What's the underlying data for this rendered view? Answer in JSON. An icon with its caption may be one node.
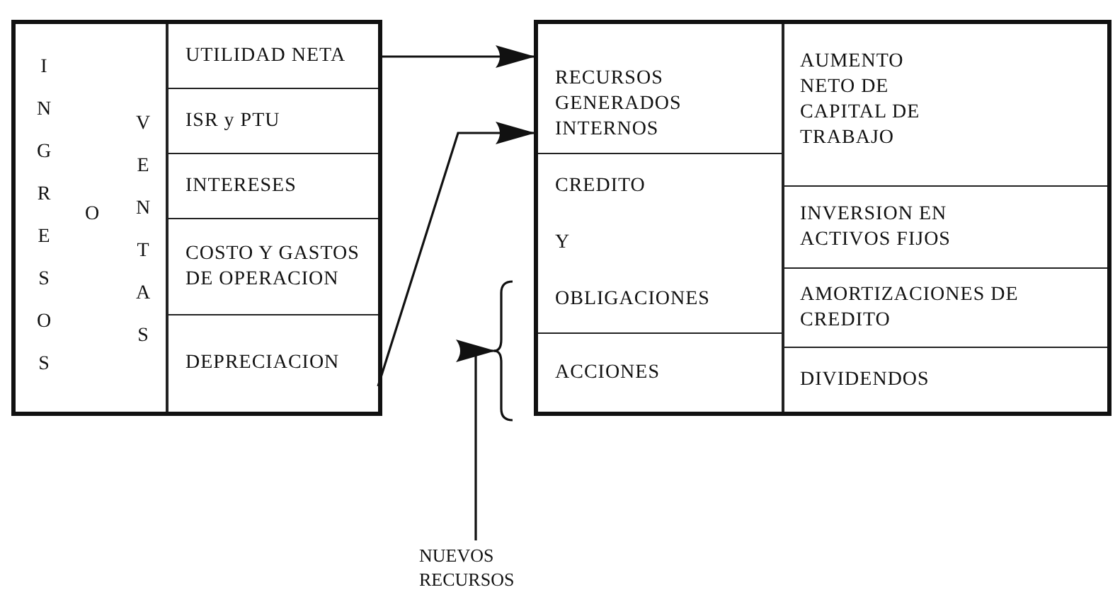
{
  "diagram": {
    "nodes": [
      {
        "text": [
          "INGRESOS",
          "O",
          "VENTAS"
        ]
      },
      {
        "text": [
          "UTILIDAD NETA"
        ],
        "in": 0
      },
      {
        "text": [
          "ISR y PTU"
        ],
        "in": 0
      },
      {
        "text": [
          "INTERESES"
        ],
        "in": 0
      },
      {
        "text": [
          "COSTO Y GASTOS DE OPERACION"
        ],
        "in": 0
      },
      {
        "text": [
          "DEPRECIACION"
        ],
        "in": 0
      },
      {
        "text": [
          "RECURSOS GENERADOS INTERNOS"
        ]
      },
      {
        "text": [
          "CREDITO Y OBLIGACIONES"
        ]
      },
      {
        "text": [
          "ACCIONES"
        ]
      },
      {
        "text": [
          "AUMENTO NETO DE CAPITAL DE TRABAJO"
        ]
      },
      {
        "text": [
          "INVERSION EN ACTIVOS FIJOS"
        ]
      },
      {
        "text": [
          "AMORTIZACIONES DE CREDITO"
        ]
      },
      {
        "text": [
          "DIVIDENDOS"
        ]
      },
      {
        "text": [
          "NUEVOS RECURSOS"
        ]
      }
    ],
    "edges": [
      {
        "from": 1,
        "to": 6,
        "arrow": "to"
      },
      {
        "from": 5,
        "to": 6,
        "arrow": "to"
      },
      {
        "from": 13,
        "to": 7,
        "arrow": "to"
      },
      {
        "from": 13,
        "to": 8,
        "arrow": "to"
      }
    ]
  }
}
